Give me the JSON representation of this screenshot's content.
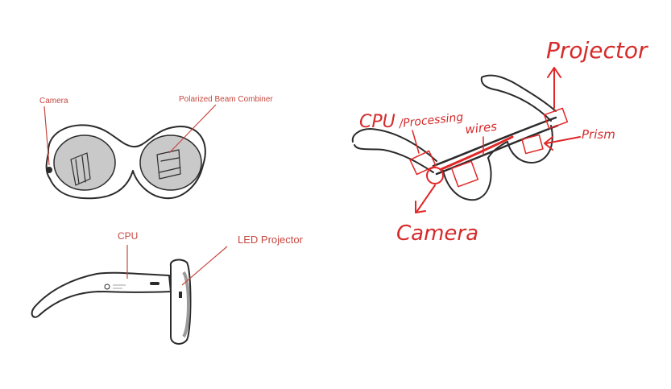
{
  "left_top": {
    "camera_label": "Camera",
    "combiner_label": "Polarized Beam Combiner"
  },
  "left_bottom": {
    "cpu_label": "CPU",
    "projector_label": "LED Projector"
  },
  "sketch": {
    "projector_label": "Projector",
    "cpu_label": "CPU",
    "processing_label": "/Processing",
    "wires_label": "wires",
    "prism_label": "Prism",
    "camera_label": "Camera"
  },
  "colors": {
    "annotation_red": "#e02626",
    "label_red": "#c8473f",
    "lens_gray": "#c9c9c9",
    "outline": "#2b2b2b"
  }
}
